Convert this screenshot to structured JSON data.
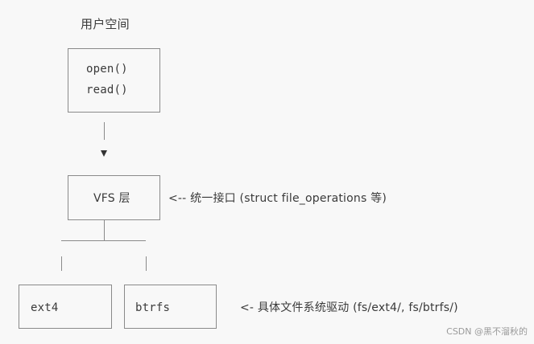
{
  "user_space": {
    "title": "用户空间",
    "calls": [
      "open()",
      "read()"
    ]
  },
  "vfs": {
    "label": "VFS 层",
    "annotation": "<-- 统一接口 (struct file_operations 等)"
  },
  "filesystems": {
    "items": [
      "ext4",
      "btrfs"
    ],
    "annotation": "<- 具体文件系统驱动 (fs/ext4/, fs/btrfs/)"
  },
  "watermark": "CSDN @黑不溜秋的"
}
